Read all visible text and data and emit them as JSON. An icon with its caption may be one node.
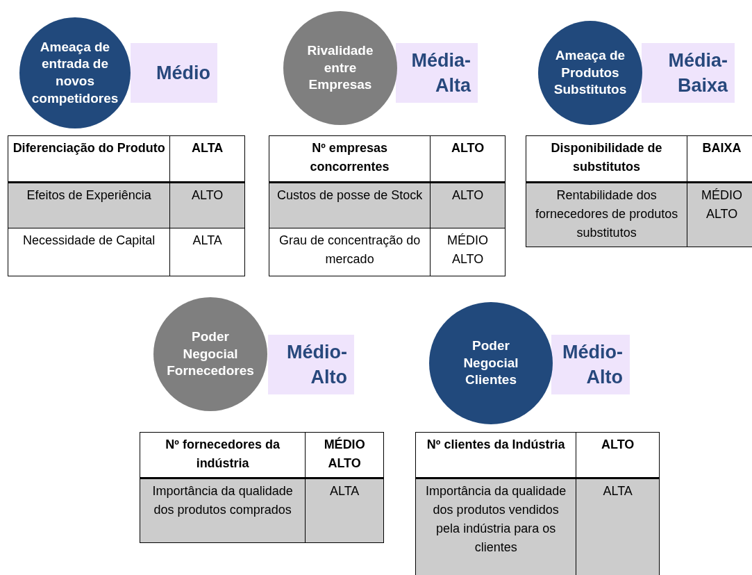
{
  "diagram": {
    "nodes": [
      {
        "text": [
          "Ameaça de entrada de novos competidores"
        ]
      },
      {
        "text": [
          "Médio"
        ]
      },
      {
        "text": [
          "Rivalidade entre Empresas"
        ]
      },
      {
        "text": [
          "Média-Alta"
        ]
      },
      {
        "text": [
          "Ameaça de Produtos Substitutos"
        ]
      },
      {
        "text": [
          "Média-Baixa"
        ]
      },
      {
        "text": [
          "Poder Negocial Fornecedores"
        ]
      },
      {
        "text": [
          "Médio-Alto"
        ]
      },
      {
        "text": [
          "Poder Negocial Clientes"
        ]
      },
      {
        "text": [
          "Médio-Alto"
        ]
      }
    ],
    "edges": [],
    "labels": [
      "Diferenciação do Produto",
      "ALTA",
      "Efeitos de Experiência",
      "ALTO",
      "Necessidade de Capital",
      "ALTA",
      "Nº empresas concorrentes",
      "ALTO",
      "Custos de posse de Stock",
      "ALTO",
      "Grau de concentração do mercado",
      "MÉDIO ALTO",
      "Disponibilidade de substitutos",
      "BAIXA",
      "Rentabilidade dos fornecedores de produtos substitutos",
      "MÉDIO ALTO",
      "Nº fornecedores da indústria",
      "MÉDIO ALTO",
      "Importância da qualidade dos produtos comprados",
      "ALTA",
      "Nº clientes da Indústria",
      "ALTO",
      "Importância da qualidade dos produtos vendidos pela indústria para os clientes",
      "ALTA"
    ]
  }
}
